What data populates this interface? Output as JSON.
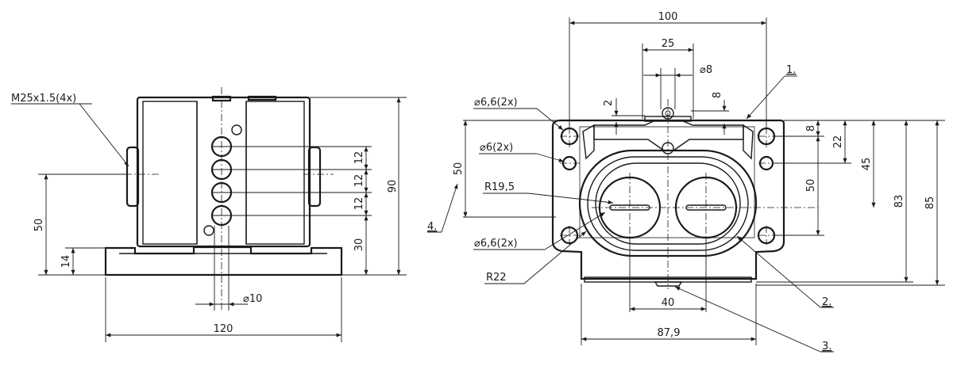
{
  "side_view": {
    "thread_callout": "M25x1.5(4x)",
    "dim_width": "120",
    "dim_height_total": "90",
    "dim_axis_height": "50",
    "dim_base_thickness": "14",
    "dim_spacings": [
      "12",
      "12",
      "12"
    ],
    "dim_lower": "30",
    "dim_bore": "10"
  },
  "front_view": {
    "dim_overall_width": "100",
    "dim_pedal_width": "25",
    "dim_pin_diameter": "8",
    "dim_gap": "2",
    "dim_pin_height": "8",
    "mount_hole_top": "6,6(2x)",
    "mount_hole_bottom": "6,6(2x)",
    "hole_small": "6(2x)",
    "radius_inner": "R19,5",
    "radius_outer": "R22",
    "dim_hole_spacing_left": "50",
    "dim_hole_spacing_right": "50",
    "dim_8": "8",
    "dim_22": "22",
    "dim_45": "45",
    "dim_83": "83",
    "dim_85": "85",
    "dim_40": "40",
    "dim_879": "87,9",
    "item_1": "1.",
    "item_2": "2.",
    "item_3": "3.",
    "item_4": "4."
  }
}
